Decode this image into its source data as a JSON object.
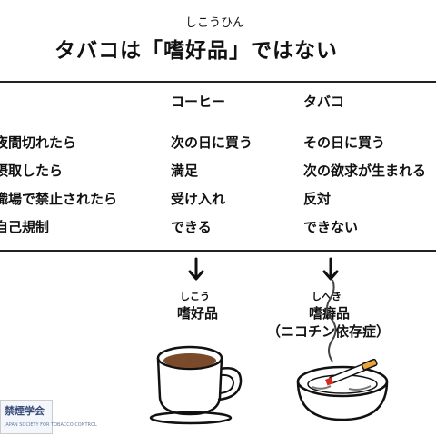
{
  "ruby_title": "しこうひん",
  "title": "タバコは「嗜好品」ではない",
  "columns": {
    "coffee": "コーヒー",
    "tobacco": "タバコ"
  },
  "rows": [
    {
      "situation": "夜間切れたら",
      "coffee": "次の日に買う",
      "tobacco": "その日に買う"
    },
    {
      "situation": "摂取したら",
      "coffee": "満足",
      "tobacco": "次の欲求が生まれる"
    },
    {
      "situation": "職場で禁止されたら",
      "coffee": "受け入れ",
      "tobacco": "反対"
    },
    {
      "situation": "自己規制",
      "coffee": "できる",
      "tobacco": "できない"
    }
  ],
  "coffee_result": {
    "ruby": "しこう",
    "label": "嗜好品"
  },
  "tobacco_result": {
    "ruby": "しへき",
    "label": "嗜癖品",
    "note": "（ニコチン依存症）"
  },
  "logo": {
    "text": "禁煙学会",
    "subtext": "JAPAN SOCIETY FOR TOBACCO CONTROL"
  }
}
